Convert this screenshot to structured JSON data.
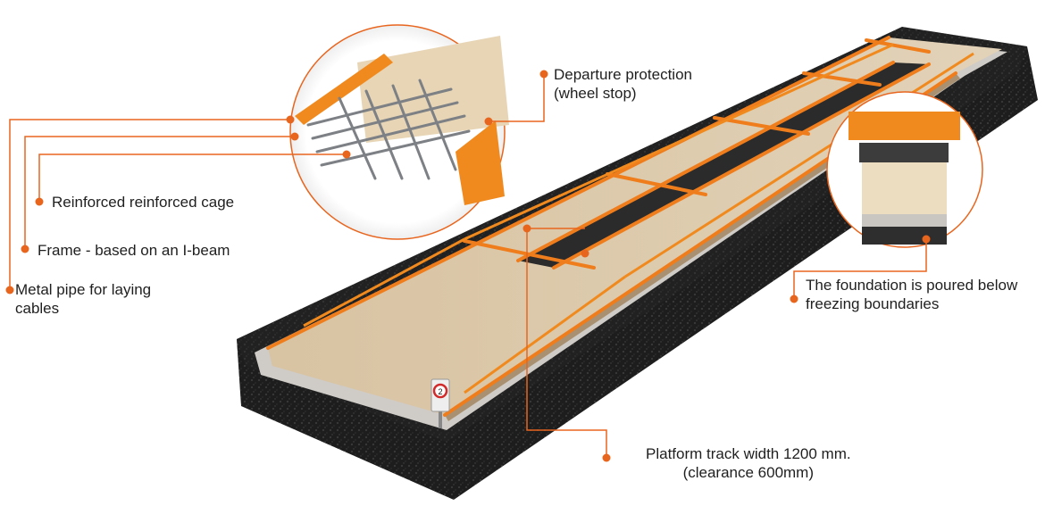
{
  "labels": {
    "departure": [
      "Departure protection",
      "(wheel stop)"
    ],
    "reinforced": "Reinforced reinforced cage",
    "frame": "Frame - based on an I-beam",
    "pipe": [
      "Metal pipe for laying",
      "cables"
    ],
    "foundation": [
      "The foundation is poured below",
      "freezing boundaries"
    ],
    "platform": [
      "Platform track width 1200 mm.",
      "(clearance 600mm)"
    ]
  },
  "colors": {
    "accent": "#e8651e",
    "frame_orange": "#f08a1e",
    "concrete": "#d9c7a9",
    "asphalt": "#1c1c1c",
    "gravel": "#c9c6c2",
    "callout_line": "#e8651e"
  },
  "icons": {
    "sign": "speed-limit-sign-icon"
  }
}
